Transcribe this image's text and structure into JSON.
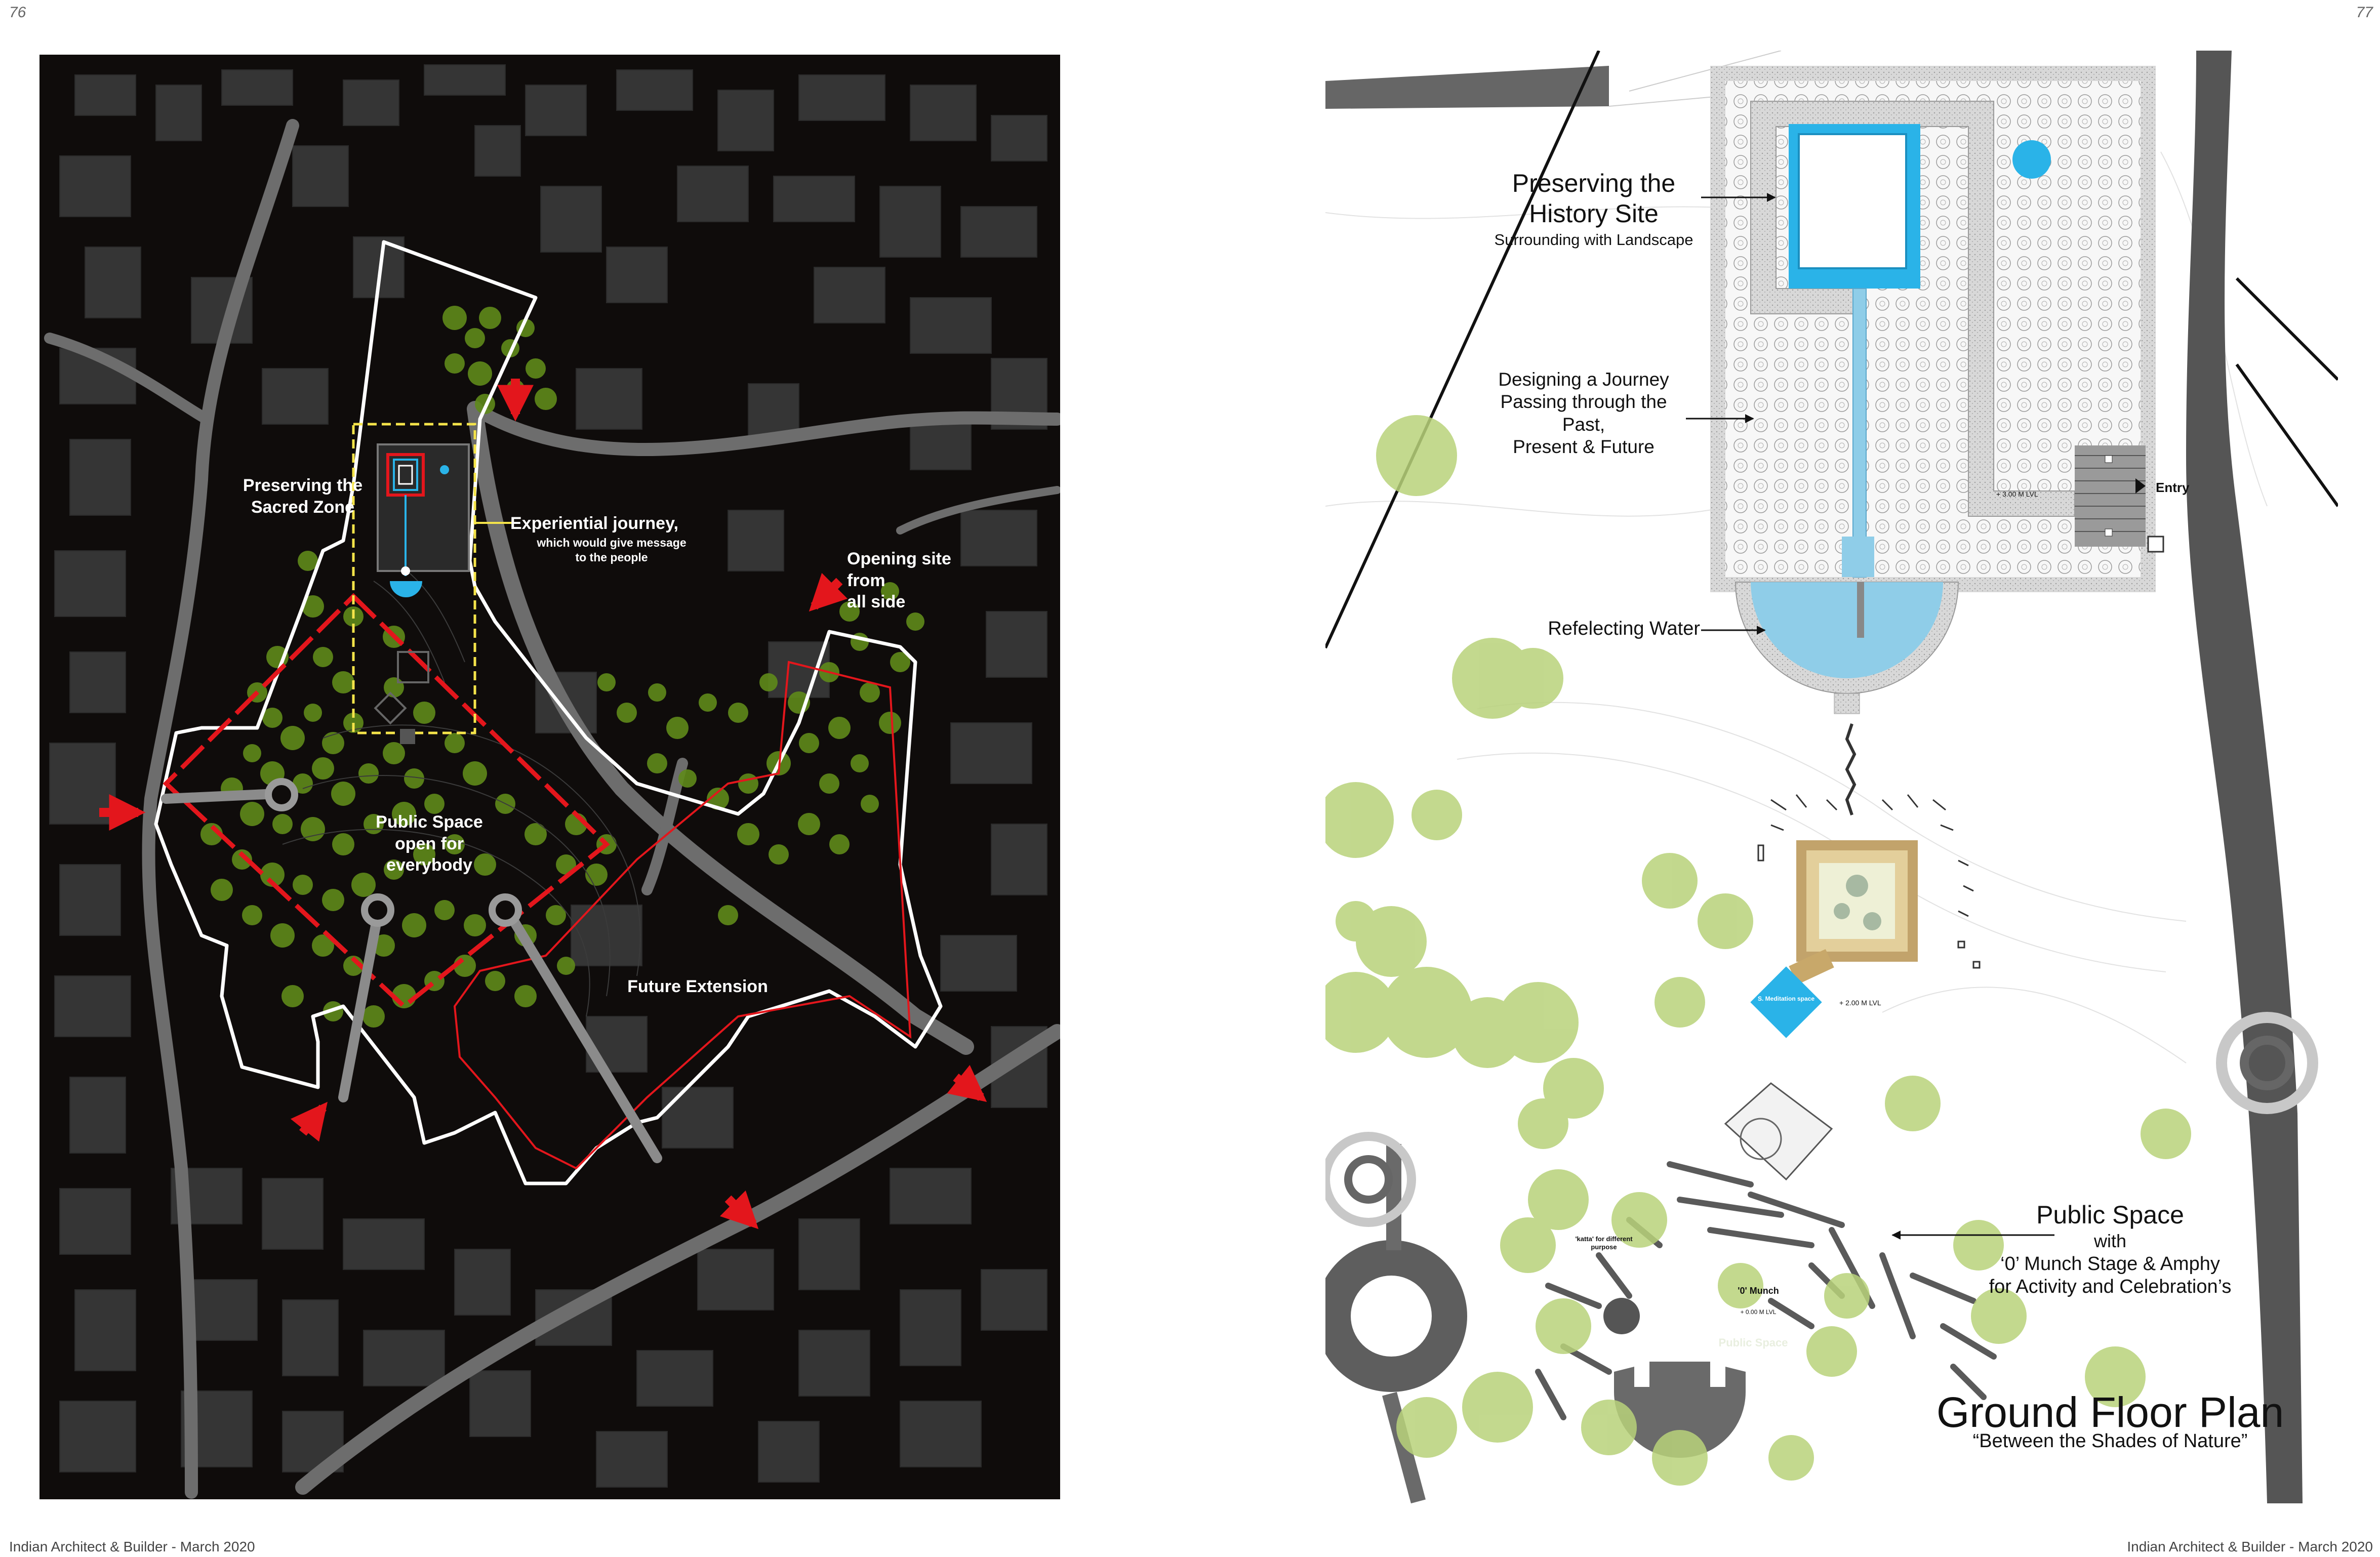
{
  "page": {
    "left_number": "76",
    "right_number": "77",
    "footer_left": "Indian Architect & Builder - March 2020",
    "footer_right": "Indian Architect & Builder - March 2020"
  },
  "site_plan": {
    "preserving_sacred_zone": "Preserving the\nSacred Zone",
    "experiential_title": "Experiential journey,",
    "experiential_sub": "which would give message\nto the people",
    "opening_site": "Opening site\nfrom\nall side",
    "public_space": "Public Space\nopen for\neverybody",
    "future_extension": "Future Extension"
  },
  "ground_plan": {
    "preserving_title": "Preserving the\nHistory Site",
    "preserving_sub": "Surrounding with Landscape",
    "journey": "Designing a Journey\nPassing through the\nPast,\nPresent & Future",
    "reflecting": "Refelecting Water",
    "entry": "Entry",
    "level_upper": "+ 3.00 M LVL",
    "level_lower": "+ 2.00 M LVL",
    "meditation": "S. Meditation space",
    "katta": "'katta' for different\npurpose",
    "munch": "'0' Munch",
    "munch_level": "+ 0.00 M LVL",
    "public_space_faint": "Public Space",
    "public_title": "Public Space",
    "public_with": "with",
    "public_line2": "‘0’ Munch Stage & Amphy",
    "public_line3": "for Activity and Celebration’s",
    "title": "Ground Floor Plan",
    "subtitle": "“Between the Shades of Nature”"
  },
  "colors": {
    "site_background": "#0f0c0b",
    "building_fill": "#3a3a3a",
    "road": "#6d6d6d",
    "tree_green": "#5f8a1a",
    "plan_tree": "#b8d27a",
    "water": "#2ab3e8",
    "reflect_water": "#8fcde8",
    "boundary_red": "#e3161c",
    "journey_yellow": "#f5e44a"
  }
}
